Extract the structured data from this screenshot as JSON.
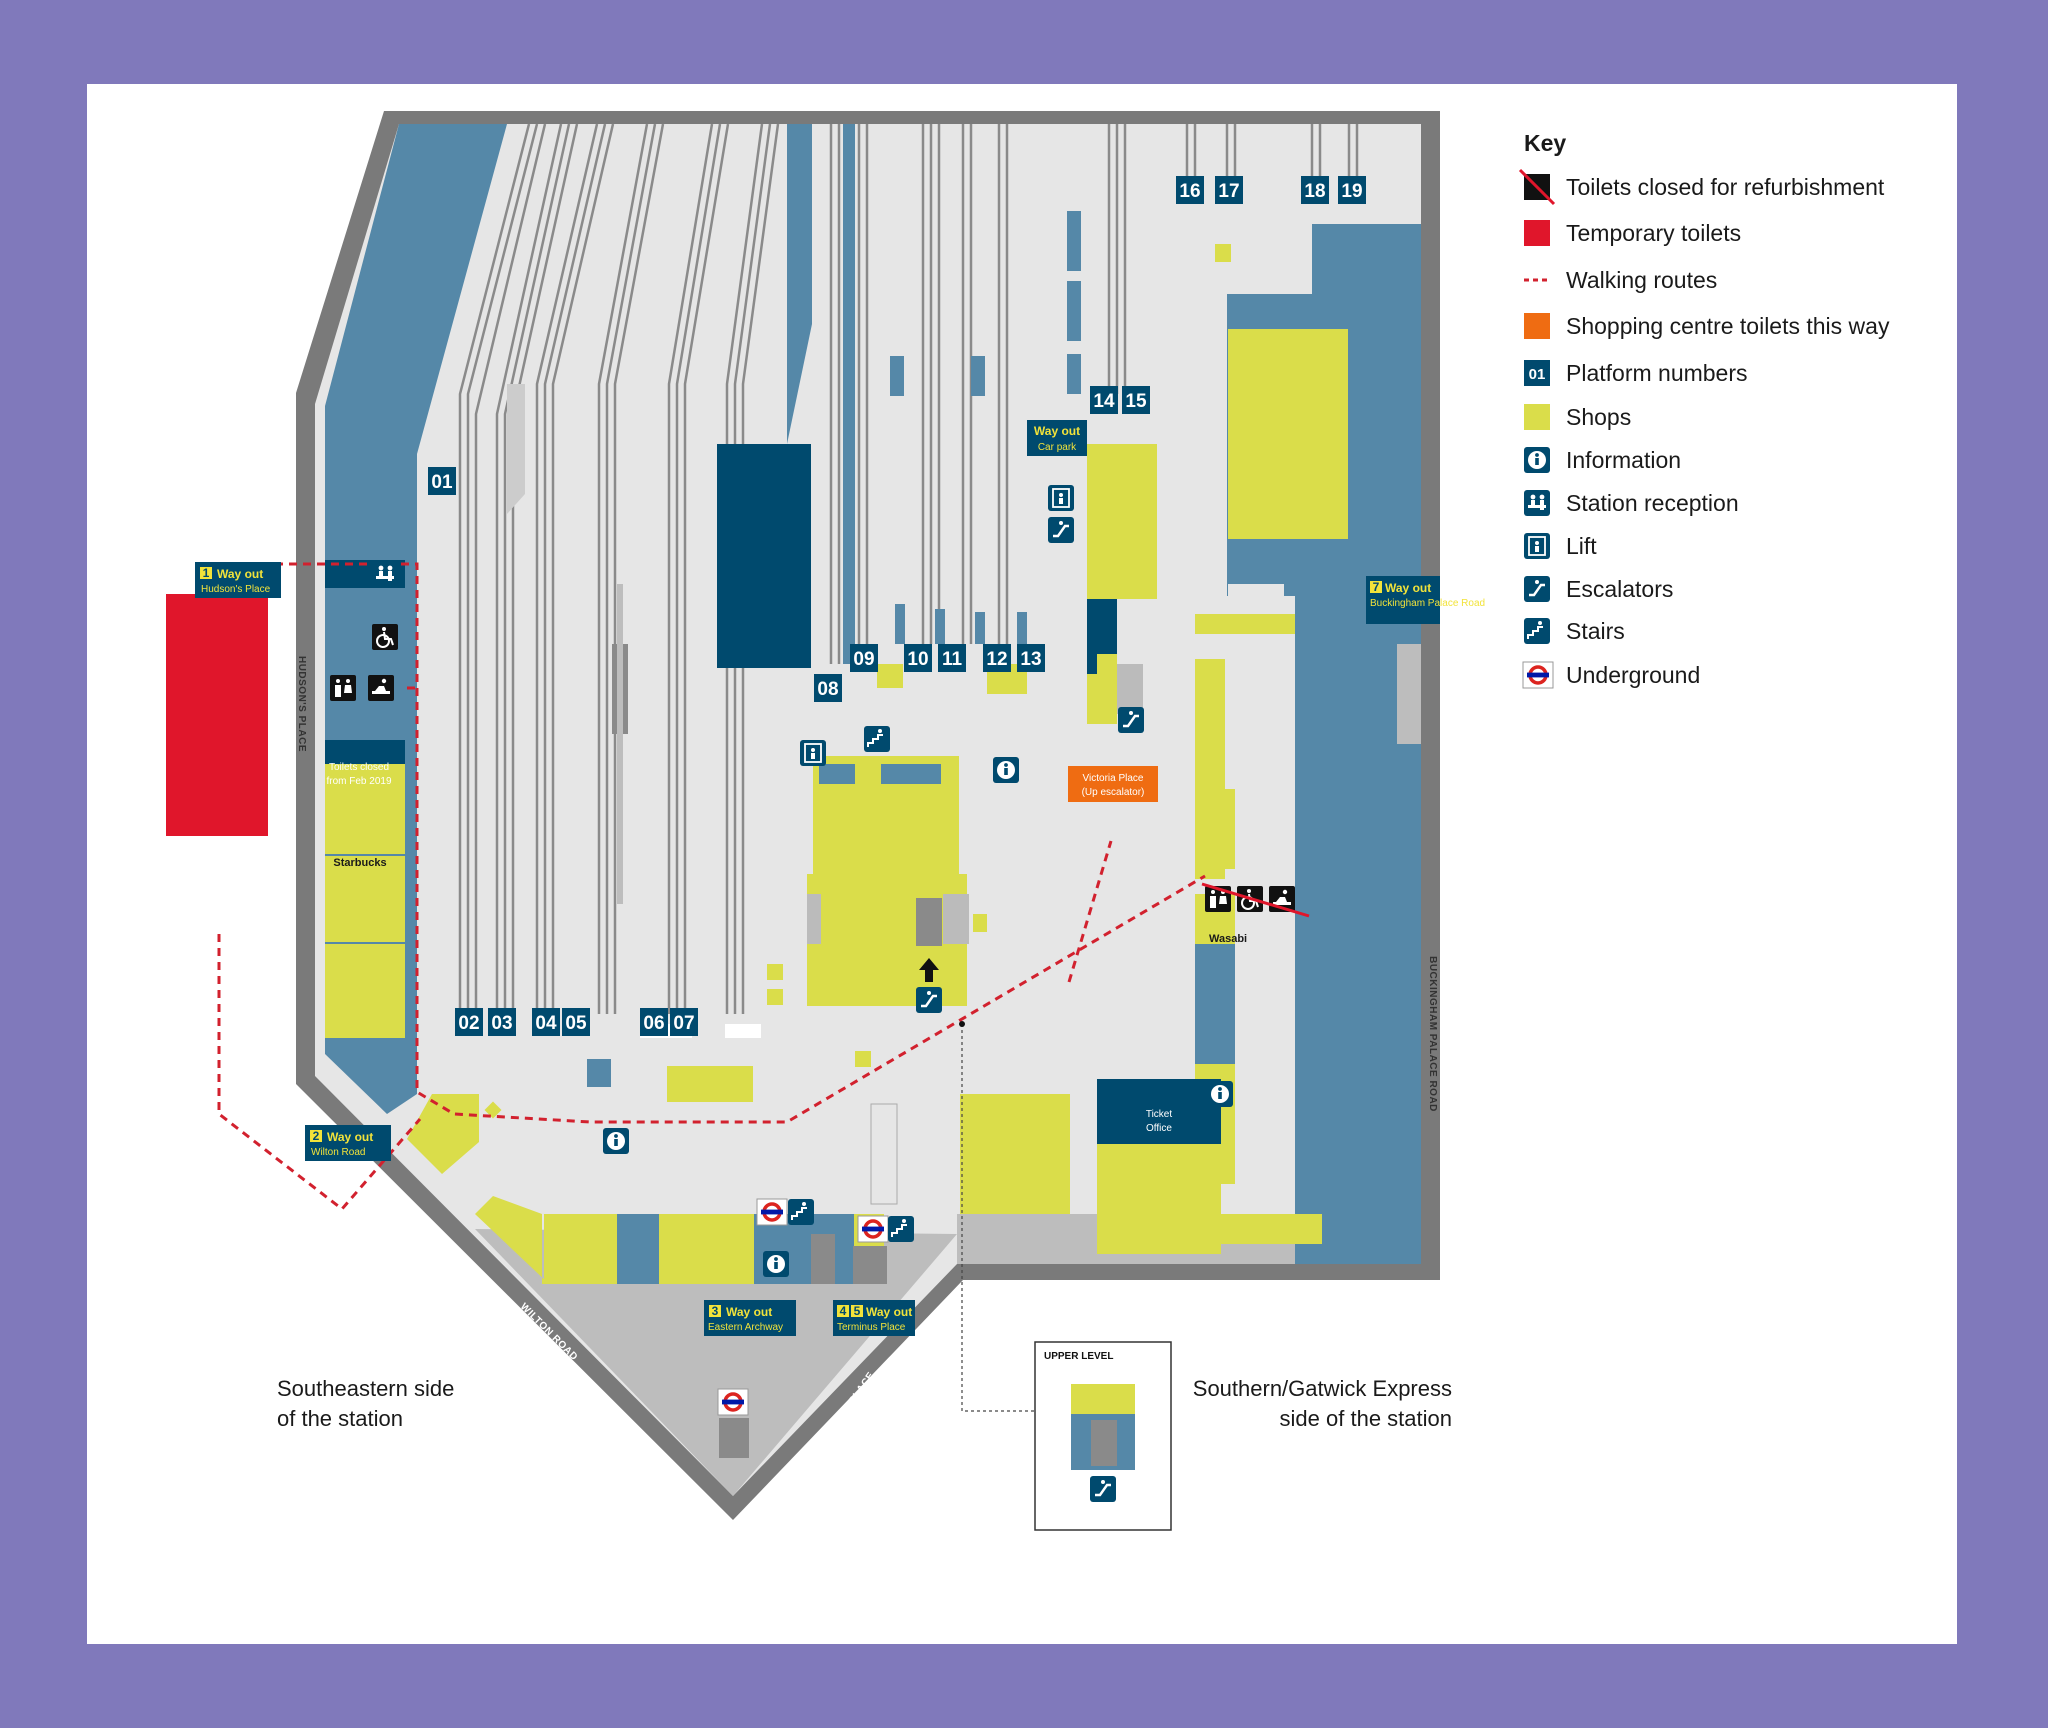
{
  "colors": {
    "background": "#8079bb",
    "concourse": "#e6e6e6",
    "building": "#5588a8",
    "dark_blue": "#004a6e",
    "shop": "#dadd4a",
    "temp_toilet": "#e0162b",
    "orange": "#ef6c12",
    "outline": "#7a7a7a",
    "walk_route": "#d2212e"
  },
  "platforms": [
    "01",
    "02",
    "03",
    "04",
    "05",
    "06",
    "07",
    "08",
    "09",
    "10",
    "11",
    "12",
    "13",
    "14",
    "15",
    "16",
    "17",
    "18",
    "19"
  ],
  "exits": [
    {
      "num": "1",
      "label": "Way out",
      "place": "Hudson's Place"
    },
    {
      "num": "2",
      "label": "Way out",
      "place": "Wilton Road"
    },
    {
      "num": "3",
      "label": "Way out",
      "place": "Eastern Archway"
    },
    {
      "num": "4",
      "num2": "5",
      "label": "Way out",
      "place": "Terminus Place"
    },
    {
      "num": "7",
      "label": "Way out",
      "place": "Buckingham Palace Road"
    }
  ],
  "car_park": {
    "label": "Way out",
    "place": "Car park"
  },
  "labels": {
    "toilets_closed_1": "Toilets closed",
    "toilets_closed_2": "from Feb 2019",
    "starbucks": "Starbucks",
    "wasabi": "Wasabi",
    "victoria_place_1": "Victoria Place",
    "victoria_place_2": "(Up escalator)",
    "ticket_1": "Ticket",
    "ticket_2": "Office",
    "upper_level": "UPPER LEVEL"
  },
  "roads": {
    "hudsons": "HUDSON'S PLACE",
    "wilton": "WILTON ROAD",
    "terminus": "TERMINUS PLACE",
    "buckingham": "BUCKINGHAM PALACE ROAD"
  },
  "sides": {
    "southeastern_1": "Southeastern side",
    "southeastern_2": "of the station",
    "southern_1": "Southern/Gatwick Express",
    "southern_2": "side of the station"
  },
  "key": {
    "title": "Key",
    "items": [
      {
        "label": "Toilets closed for refurbishment",
        "icon": "toilets-closed-swatch"
      },
      {
        "label": "Temporary toilets",
        "icon": "temporary-toilets-swatch"
      },
      {
        "label": "Walking routes",
        "icon": "walking-route-line"
      },
      {
        "label": "Shopping centre toilets this way",
        "icon": "shopping-toilets-swatch"
      },
      {
        "label": "Platform numbers",
        "icon": "platform-number-badge",
        "badge": "01"
      },
      {
        "label": "Shops",
        "icon": "shops-swatch"
      },
      {
        "label": "Information",
        "icon": "info-icon"
      },
      {
        "label": "Station reception",
        "icon": "reception-icon"
      },
      {
        "label": "Lift",
        "icon": "lift-icon"
      },
      {
        "label": "Escalators",
        "icon": "escalator-icon"
      },
      {
        "label": "Stairs",
        "icon": "stairs-icon"
      },
      {
        "label": "Underground",
        "icon": "underground-roundel-icon"
      }
    ]
  }
}
